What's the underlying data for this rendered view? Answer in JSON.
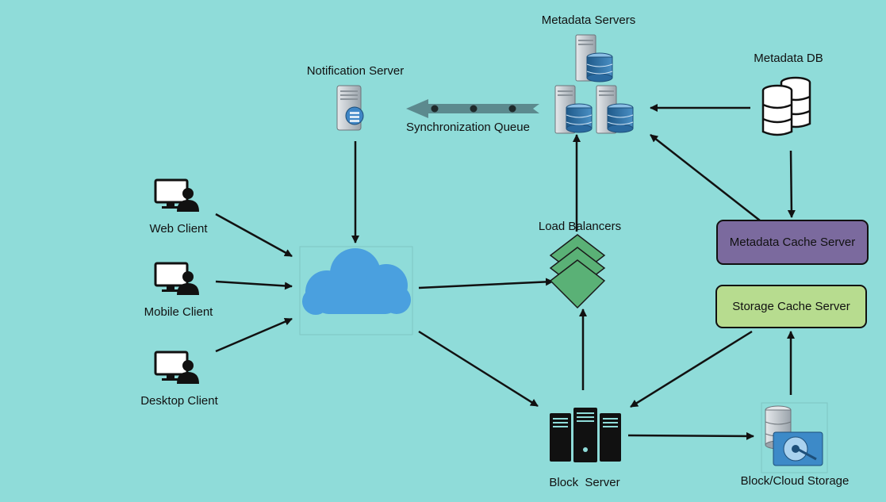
{
  "nodes": {
    "metadata_servers": "Metadata Servers",
    "metadata_db": "Metadata DB",
    "notification_server": "Notification Server",
    "sync_queue": "Synchronization Queue",
    "load_balancers": "Load Balancers",
    "metadata_cache_server": "Metadata Cache Server",
    "storage_cache_server": "Storage Cache Server",
    "web_client": "Web Client",
    "mobile_client": "Mobile Client",
    "desktop_client": "Desktop Client",
    "block_server": "Block  Server",
    "block_cloud_storage": "Block/Cloud Storage"
  },
  "colors": {
    "background": "#8fdcd9",
    "cloud": "#4aa0df",
    "load_balancer": "#5ab176",
    "metadata_cache_fill": "#7b6a9e",
    "storage_cache_fill": "#b7dc8f",
    "queue_arrow": "#5c8a8e"
  }
}
